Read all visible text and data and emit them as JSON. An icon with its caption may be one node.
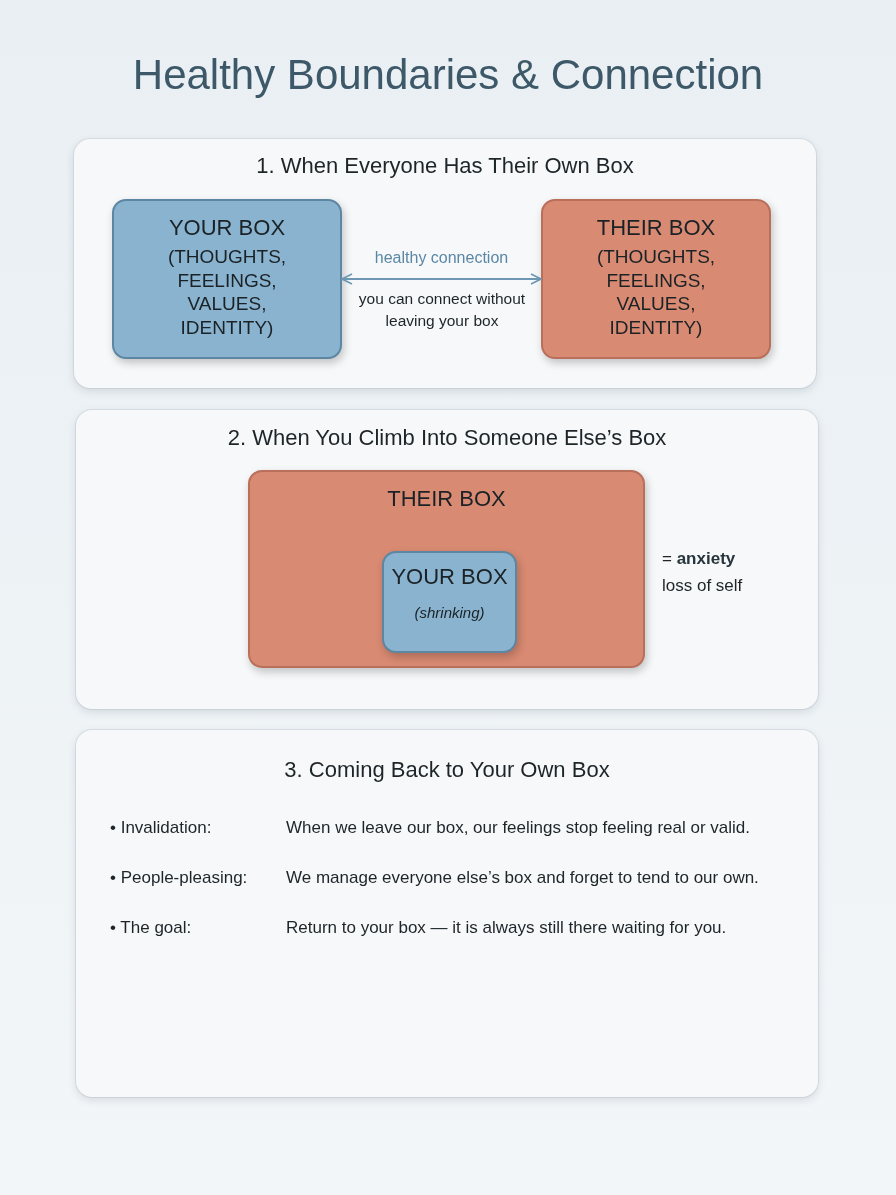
{
  "diagram": {
    "title": "Healthy Boundaries & Connection",
    "nodes": [
      {
        "text": [
          "1. When Everyone Has Their Own Box"
        ]
      },
      {
        "text": [
          "YOUR BOX",
          "(THOUGHTS, FEELINGS, VALUES, IDENTITY)"
        ],
        "in": 0
      },
      {
        "text": [
          "THEIR BOX",
          "(THOUGHTS, FEELINGS, VALUES, IDENTITY)"
        ],
        "in": 0
      },
      {
        "text": [
          "2. When You Climb Into Someone Else’s Box"
        ]
      },
      {
        "text": [
          "THEIR BOX"
        ],
        "in": 3,
        "beside": [
          "= **anxiety** loss of self"
        ]
      },
      {
        "text": [
          "YOUR BOX",
          "(shrinking)"
        ],
        "in": 4
      },
      {
        "text": [
          "3. Coming Back to Your Own Box",
          "• Invalidation:",
          "When we leave our box, our feelings stop feeling real or valid.",
          "• People-pleasing:",
          "We manage everyone else’s box and forget to tend to our own.",
          "• The goal:",
          "Return to your box — it is always still there waiting for you."
        ]
      }
    ],
    "edges": [
      {
        "from": 1,
        "to": 2,
        "arrow": "both",
        "label": "healthy connection"
      }
    ],
    "labels": [
      "you can connect without leaving your box"
    ]
  }
}
